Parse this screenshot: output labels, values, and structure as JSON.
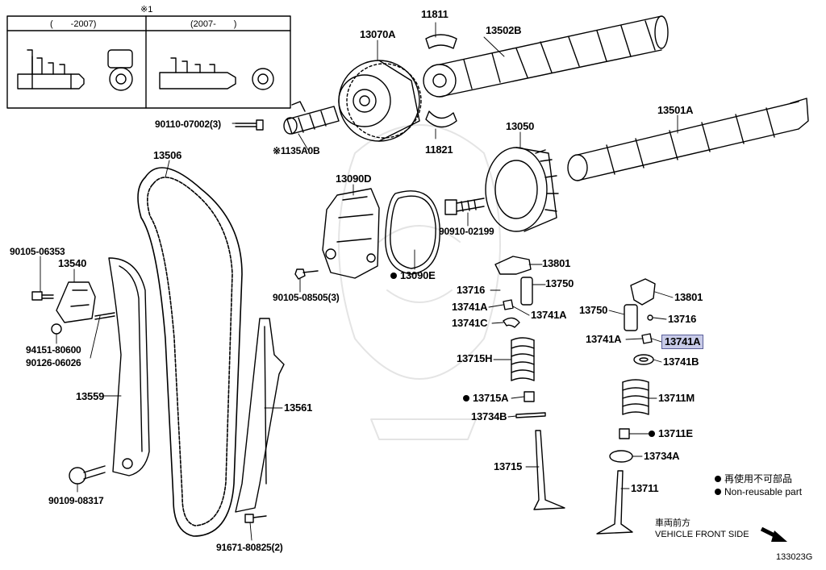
{
  "inset": {
    "note_symbol": "※1",
    "left_period": "(　　-2007)",
    "right_period": "(2007-　　)"
  },
  "parts": {
    "p13070A": "13070A",
    "p11811": "11811",
    "p13502B": "13502B",
    "p11821": "11821",
    "p13501A": "13501A",
    "p13050": "13050",
    "p90110": "90110-07002(3)",
    "p135A0B": "※1135A0B",
    "p13506": "13506",
    "p13090D": "13090D",
    "p90910": "90910-02199",
    "p90105_06353": "90105-06353",
    "p13540": "13540",
    "p13090E": "13090E",
    "p90105_08505": "90105-08505(3)",
    "p94151": "94151-80600",
    "p90126": "90126-06026",
    "p13559": "13559",
    "p13561": "13561",
    "p90109": "90109-08317",
    "p91671": "91671-80825(2)",
    "p13801a": "13801",
    "p13716a": "13716",
    "p13750a": "13750",
    "p13741A_a": "13741A",
    "p13741A_b": "13741A",
    "p13741C": "13741C",
    "p13715H": "13715H",
    "p13715A": "13715A",
    "p13734B": "13734B",
    "p13715": "13715",
    "p13801b": "13801",
    "p13750b": "13750",
    "p13716b": "13716",
    "p13741A_c": "13741A",
    "p13741A_hl": "13741A",
    "p13741B": "13741B",
    "p13711M": "13711M",
    "p13711E": "13711E",
    "p13734A": "13734A",
    "p13711": "13711"
  },
  "legend": {
    "jp": "再使用不可部品",
    "en": "Non-reusable part"
  },
  "direction": {
    "jp": "車両前方",
    "en": "VEHICLE FRONT SIDE"
  },
  "diagram_id": "133023G"
}
